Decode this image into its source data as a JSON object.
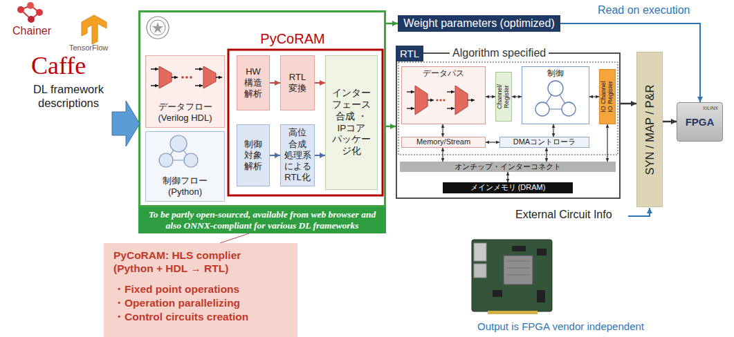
{
  "diagram": {
    "nodes": [
      {
        "text": [
          "PyCoRAM"
        ]
      },
      {
        "text": [
          "データフロー (Verilog HDL)"
        ],
        "in": 0
      },
      {
        "text": [
          "制御フロー (Python)"
        ],
        "in": 0
      },
      {
        "text": [
          "HW 構造 解析"
        ],
        "in": 0
      },
      {
        "text": [
          "RTL 変換"
        ],
        "in": 0
      },
      {
        "text": [
          "インター フェース 合成 ・ IPコア パッケー ジ化"
        ],
        "in": 0
      },
      {
        "text": [
          "制御 対象 解析"
        ],
        "in": 0
      },
      {
        "text": [
          "高位 合成 処理系 による RTL化"
        ],
        "in": 0
      },
      {
        "text": [
          "To be partly open-sourced, available from web browser and also ONNX-compliant for various DL frameworks"
        ]
      },
      {
        "text": [
          "PyCoRAM: HLS complier (Python + HDL → RTL)",
          "・Fixed point operations",
          "・Operation parallelizing",
          "・Control circuits creation"
        ]
      },
      {
        "text": [
          "Weight parameters (optimized)"
        ]
      },
      {
        "text": [
          "RTL",
          "Algorithm specified"
        ]
      },
      {
        "text": [
          "データパス"
        ],
        "in": 11
      },
      {
        "text": [
          "Channel/ Register"
        ],
        "in": 11
      },
      {
        "text": [
          "制御"
        ],
        "in": 11
      },
      {
        "text": [
          "IO Channel",
          "IO Register"
        ],
        "in": 11
      },
      {
        "text": [
          "Memory/Stream"
        ],
        "in": 11
      },
      {
        "text": [
          "DMAコントローラ"
        ],
        "in": 11
      },
      {
        "text": [
          "オンチップ・インターコネクト"
        ],
        "in": 11
      },
      {
        "text": [
          "メインメモリ (DRAM)"
        ],
        "in": 11
      },
      {
        "text": [
          "SYN / MAP / P&R"
        ]
      },
      {
        "text": [
          "XILINX",
          "FPGA"
        ]
      }
    ],
    "edges": [
      {
        "from": 3,
        "to": 4,
        "arrow": "to"
      },
      {
        "from": 4,
        "to": 5,
        "arrow": "to"
      },
      {
        "from": 6,
        "to": 7,
        "arrow": "to"
      },
      {
        "from": 7,
        "to": 5,
        "arrow": "to"
      },
      {
        "from": 0,
        "to": 10,
        "arrow": "to"
      },
      {
        "from": 0,
        "to": 11,
        "arrow": "to"
      },
      {
        "from": 10,
        "to": 21,
        "arrow": "to",
        "label": "Read on execution"
      },
      {
        "from": 11,
        "to": 20,
        "arrow": "to"
      },
      {
        "from": 20,
        "to": 21,
        "arrow": "to"
      },
      {
        "from": 12,
        "to": 13,
        "arrow": "both"
      },
      {
        "from": 13,
        "to": 14,
        "arrow": "both"
      },
      {
        "from": 14,
        "to": 15,
        "arrow": "both"
      },
      {
        "from": 12,
        "to": 16,
        "arrow": "both"
      },
      {
        "from": 16,
        "to": 17,
        "arrow": "both"
      },
      {
        "from": 14,
        "to": 17,
        "arrow": "both"
      },
      {
        "from": 16,
        "to": 18,
        "arrow": "both"
      },
      {
        "from": 17,
        "to": 18,
        "arrow": "both"
      },
      {
        "from": 15,
        "to": 18,
        "arrow": "both"
      },
      {
        "from": 18,
        "to": 19,
        "arrow": "both"
      },
      {
        "from": 9,
        "to": 8,
        "arrow": "none"
      }
    ],
    "labels": [
      "Chainer",
      "TensorFlow",
      "Caffe",
      "DL framework descriptions",
      "External Circuit Info",
      "Output is FPGA vendor independent"
    ]
  }
}
